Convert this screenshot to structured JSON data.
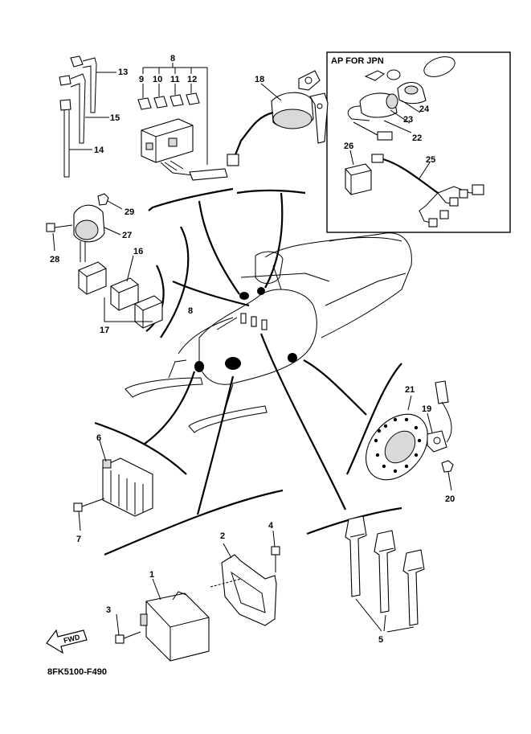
{
  "inset": {
    "title": "AP FOR JPN"
  },
  "diagram_code": "8FK5100-F490",
  "fwd_label": "FWD",
  "callouts": {
    "c1": "1",
    "c2": "2",
    "c3": "3",
    "c4": "4",
    "c5": "5",
    "c6": "6",
    "c7": "7",
    "c8a": "8",
    "c8b": "8",
    "c9": "9",
    "c10": "10",
    "c11": "11",
    "c12": "12",
    "c13": "13",
    "c14": "14",
    "c15": "15",
    "c16": "16",
    "c17": "17",
    "c18": "18",
    "c19": "19",
    "c20": "20",
    "c21": "21",
    "c22": "22",
    "c23": "23",
    "c24": "24",
    "c25": "25",
    "c26": "26",
    "c27": "27",
    "c28": "28",
    "c29": "29"
  }
}
